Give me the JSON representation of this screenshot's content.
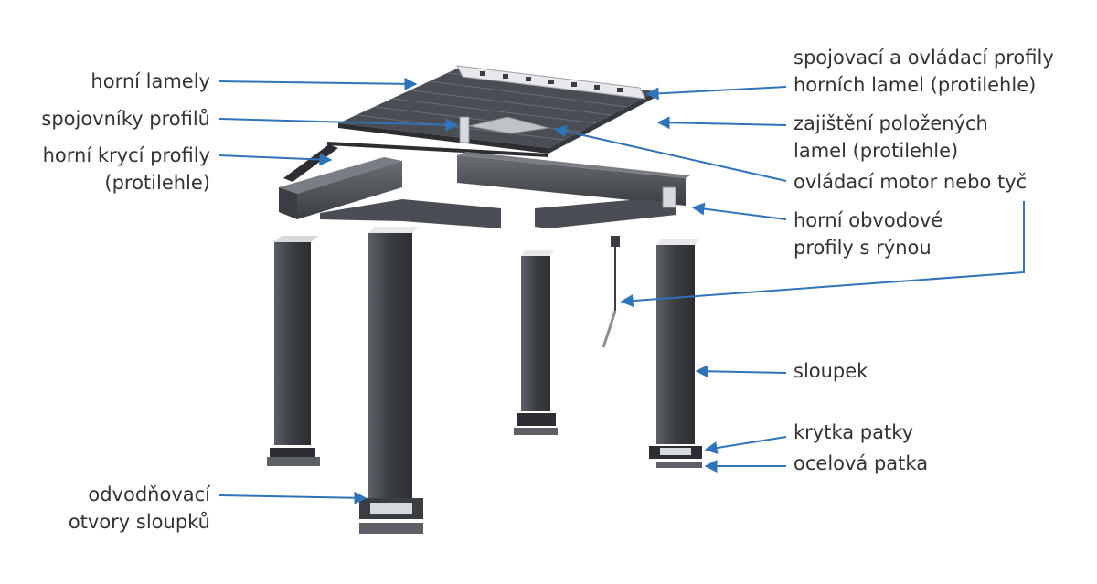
{
  "colors": {
    "leader": "#2f73b8",
    "text": "#333333",
    "metal_dark": "#3a3d42",
    "metal_mid": "#55595f",
    "metal_light": "#8a8e94"
  },
  "labels": {
    "horni_lamely": [
      "horní lamely"
    ],
    "spojovniky": [
      "spojovníky profilů"
    ],
    "kryci_profily": [
      "horní krycí profily",
      "(protilehle)"
    ],
    "odvodnovaci": [
      "odvodňovací",
      "otvory sloupků"
    ],
    "spojovaci_profily": [
      "spojovací a ovládací profily",
      "horních lamel (protilehle)"
    ],
    "zajisteni": [
      "zajištění položených",
      "lamel (protilehle)"
    ],
    "motor": [
      "ovládací motor nebo tyč"
    ],
    "obvodove": [
      "horní obvodové",
      "profily s rýnou"
    ],
    "sloupek": [
      "sloupek"
    ],
    "krytka": [
      "krytka patky"
    ],
    "patka": [
      "ocelová patka"
    ]
  }
}
